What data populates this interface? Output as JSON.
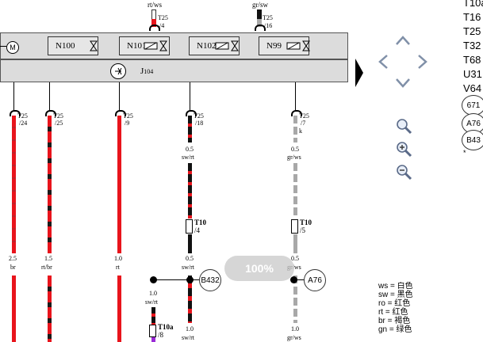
{
  "top_connectors": [
    {
      "wire": "rt/ws",
      "pin": "T25",
      "pin_no": "/4"
    },
    {
      "wire": "gr/sw",
      "pin": "T25",
      "pin_no": "/16"
    }
  ],
  "components": [
    {
      "id": "N100"
    },
    {
      "id": "N101"
    },
    {
      "id": "N102"
    },
    {
      "id": "N99"
    }
  ],
  "control_unit": {
    "id": "J",
    "sub": "104"
  },
  "bottom_pins": [
    {
      "pin": "T25",
      "no": "/24"
    },
    {
      "pin": "T25",
      "no": "/25"
    },
    {
      "pin": "T25",
      "no": "/9"
    },
    {
      "pin": "T25",
      "no": "/18"
    },
    {
      "pin": "T25",
      "no": "/7",
      "extra": "k"
    }
  ],
  "wire_specs": {
    "w4_upper": {
      "size": "0.5",
      "color": "sw/rt"
    },
    "w5_upper": {
      "size": "0.5",
      "color": "gr/ws"
    },
    "w1": {
      "size": "2.5",
      "color": "br"
    },
    "w2": {
      "size": "1.5",
      "color": "rt/br"
    },
    "w3": {
      "size": "1.0",
      "color": "rt"
    },
    "w4_lower": {
      "size": "0.5",
      "color": "sw/rt"
    },
    "w5_lower": {
      "size": "0.5",
      "color": "gr/ws"
    },
    "branch": {
      "size": "1.0",
      "color": "sw/rt"
    },
    "w4_bottom": {
      "size": "1.0",
      "color": "sw/rt"
    },
    "w5_bottom": {
      "size": "1.0",
      "color": "gr/ws"
    }
  },
  "mid_connectors": [
    {
      "pin": "T10",
      "no": "/4"
    },
    {
      "pin": "T10",
      "no": "/5"
    },
    {
      "pin": "T10a",
      "no": "/8"
    }
  ],
  "ground_points": [
    "B432",
    "A76"
  ],
  "zoom": {
    "level": "100%"
  },
  "legend": [
    "ws = 白色",
    "sw = 黑色",
    "ro = 红色",
    "rt = 红色",
    "br = 褐色",
    "gn = 绿色"
  ],
  "side_list": [
    "T10a",
    "T16",
    "T25",
    "T32",
    "T68",
    "U31",
    "V64"
  ],
  "side_circles": [
    "671",
    "A76",
    "B43"
  ],
  "side_asterisk": "*",
  "colors": {
    "band": "#dcdcdc",
    "red": "#e8141c",
    "black": "#111111",
    "grey": "#a8a8a8",
    "white": "#ffffff"
  }
}
